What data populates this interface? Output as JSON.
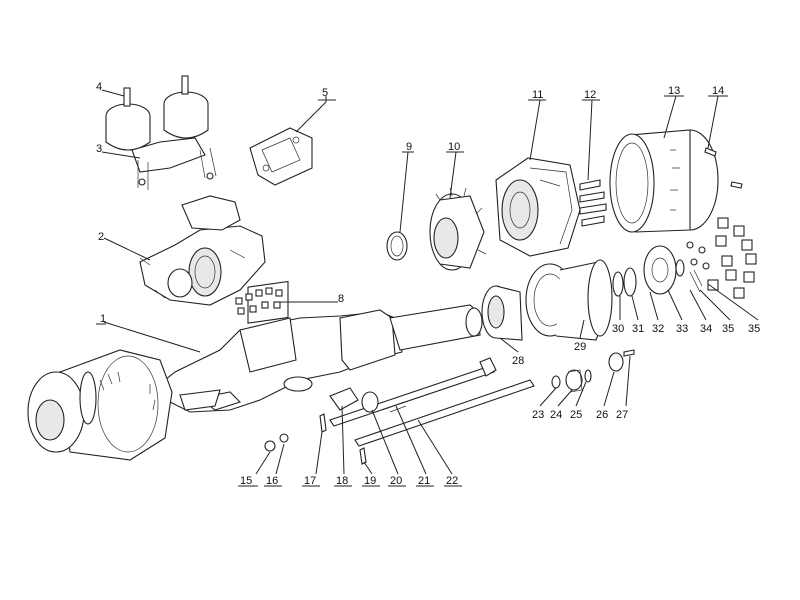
{
  "diagram": {
    "callouts": [
      {
        "id": "c1",
        "label": "1"
      },
      {
        "id": "c2",
        "label": "2"
      },
      {
        "id": "c3",
        "label": "3"
      },
      {
        "id": "c4",
        "label": "4"
      },
      {
        "id": "c5",
        "label": "5"
      },
      {
        "id": "c8",
        "label": "8"
      },
      {
        "id": "c9",
        "label": "9"
      },
      {
        "id": "c10",
        "label": "10"
      },
      {
        "id": "c11",
        "label": "11"
      },
      {
        "id": "c12",
        "label": "12"
      },
      {
        "id": "c13",
        "label": "13"
      },
      {
        "id": "c14",
        "label": "14"
      },
      {
        "id": "c15",
        "label": "15"
      },
      {
        "id": "c16",
        "label": "16"
      },
      {
        "id": "c17",
        "label": "17"
      },
      {
        "id": "c18",
        "label": "18"
      },
      {
        "id": "c19",
        "label": "19"
      },
      {
        "id": "c20",
        "label": "20"
      },
      {
        "id": "c21",
        "label": "21"
      },
      {
        "id": "c22",
        "label": "22"
      },
      {
        "id": "c23",
        "label": "23"
      },
      {
        "id": "c24",
        "label": "24"
      },
      {
        "id": "c25",
        "label": "25"
      },
      {
        "id": "c26",
        "label": "26"
      },
      {
        "id": "c27",
        "label": "27"
      },
      {
        "id": "c28",
        "label": "28"
      },
      {
        "id": "c29",
        "label": "29"
      },
      {
        "id": "c30",
        "label": "30"
      },
      {
        "id": "c31",
        "label": "31"
      },
      {
        "id": "c32",
        "label": "32"
      },
      {
        "id": "c33",
        "label": "33"
      },
      {
        "id": "c34",
        "label": "34"
      },
      {
        "id": "c35a",
        "label": "35"
      },
      {
        "id": "c35b",
        "label": "35"
      }
    ]
  }
}
